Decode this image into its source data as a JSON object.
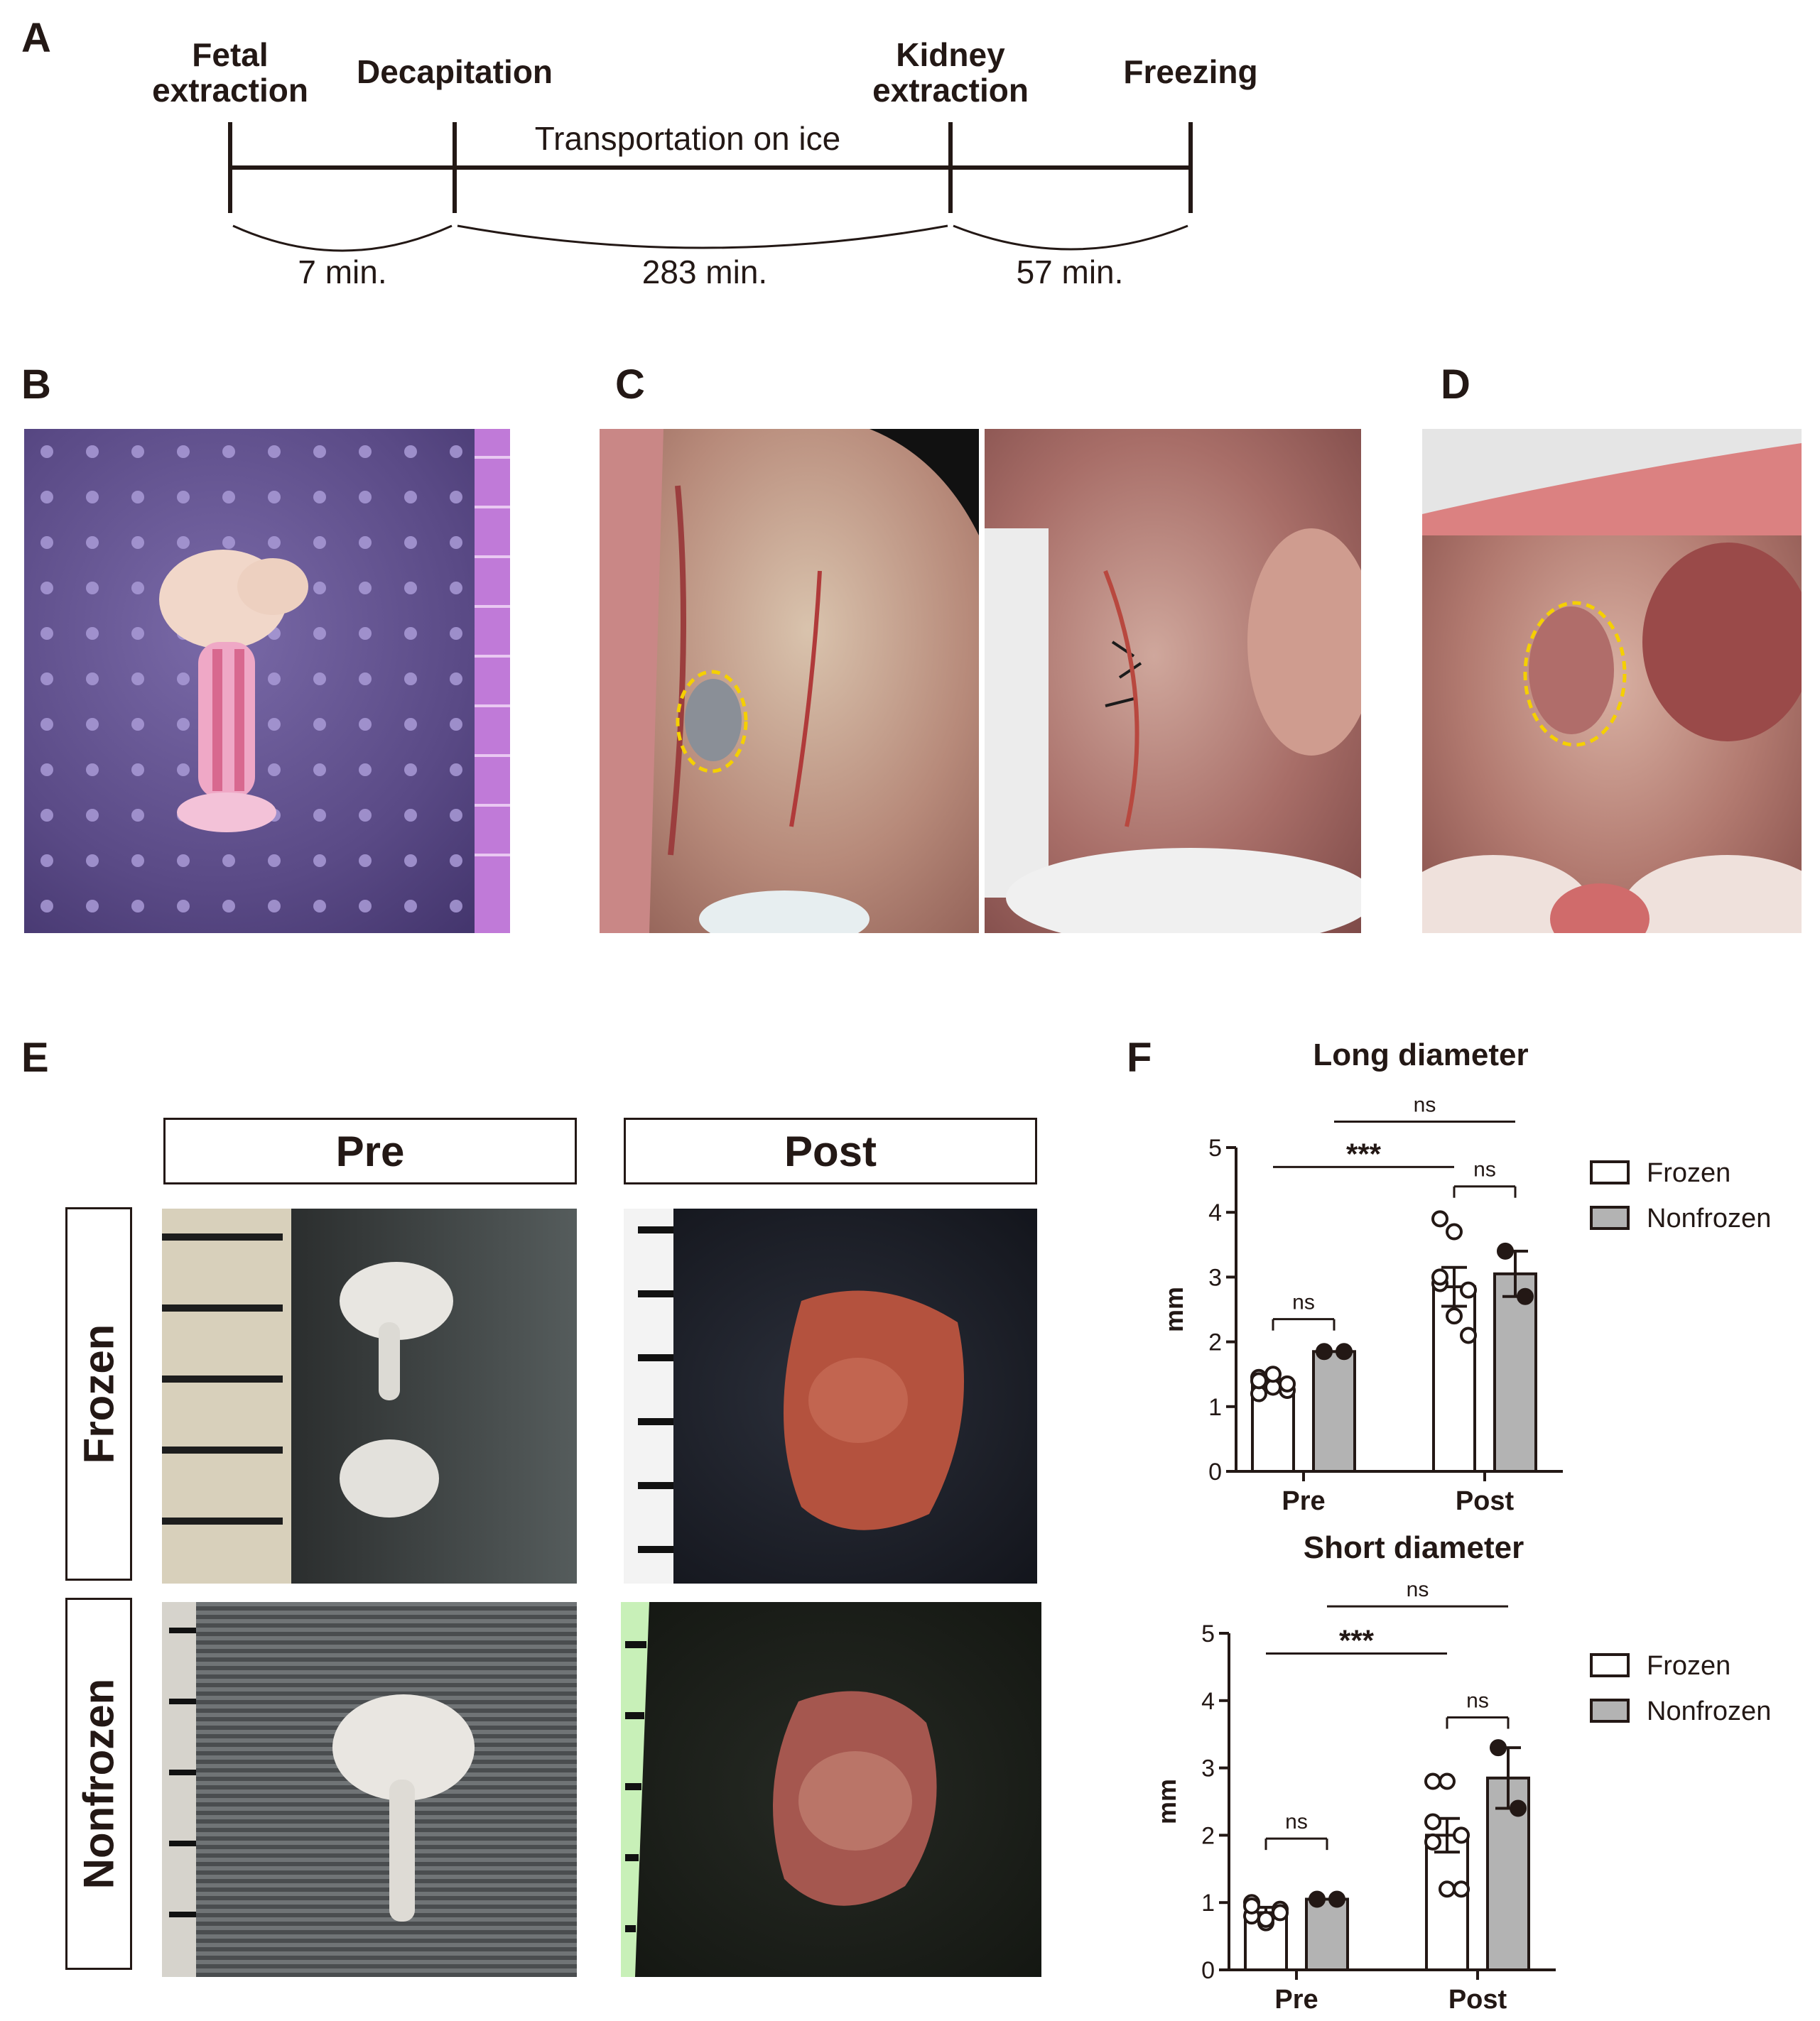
{
  "panels": {
    "a": "A",
    "b": "B",
    "c": "C",
    "d": "D",
    "e": "E",
    "f": "F"
  },
  "timeline": {
    "events": [
      {
        "line1": "Fetal",
        "line2": "extraction"
      },
      {
        "line1": "Decapitation",
        "line2": ""
      },
      {
        "line1": "Kidney",
        "line2": "extraction"
      },
      {
        "line1": "Freezing",
        "line2": ""
      }
    ],
    "transport_label": "Transportation on ice",
    "durations": [
      "7 min.",
      "283 min.",
      "57 min."
    ]
  },
  "panel_e": {
    "col_pre": "Pre",
    "col_post": "Post",
    "row_frozen": "Frozen",
    "row_nonfrozen": "Nonfrozen"
  },
  "colors": {
    "frozen_bar": "#ffffff",
    "nonfrozen_bar": "#b3b3b3",
    "ink": "#231815",
    "annotation_dashed": "#f5d000"
  },
  "chart_data": [
    {
      "type": "bar",
      "title": "Long diameter",
      "ylabel": "mm",
      "ylim": [
        0,
        5
      ],
      "yticks": [
        "0",
        "1",
        "2",
        "3",
        "4",
        "5"
      ],
      "categories": [
        "Pre",
        "Post"
      ],
      "legend": [
        "Frozen",
        "Nonfrozen"
      ],
      "series": [
        {
          "name": "Frozen",
          "values": [
            1.35,
            2.85
          ],
          "errors": [
            0.07,
            0.3
          ],
          "points": [
            [
              1.2,
              1.3,
              1.25,
              1.45,
              1.5,
              1.35,
              1.4
            ],
            [
              3.9,
              3.7,
              2.8,
              2.9,
              2.4,
              2.1,
              3.0
            ]
          ]
        },
        {
          "name": "Nonfrozen",
          "values": [
            1.85,
            3.05
          ],
          "errors": [
            0.0,
            0.35
          ],
          "points": [
            [
              1.85,
              1.85
            ],
            [
              3.4,
              2.7
            ]
          ]
        }
      ],
      "annotations": [
        {
          "label": "ns",
          "from": [
            0,
            0
          ],
          "to": [
            0,
            1
          ],
          "level": 2.35,
          "type": "bracket"
        },
        {
          "label": "***",
          "from": [
            0,
            0
          ],
          "to": [
            1,
            0
          ],
          "level": 4.7,
          "type": "line"
        },
        {
          "label": "ns",
          "from": [
            1,
            0
          ],
          "to": [
            1,
            1
          ],
          "level": 4.4,
          "type": "bracket"
        },
        {
          "label": "ns",
          "from": [
            0,
            1
          ],
          "to": [
            1,
            1
          ],
          "level": 5.4,
          "type": "line"
        }
      ]
    },
    {
      "type": "bar",
      "title": "Short diameter",
      "ylabel": "mm",
      "ylim": [
        0,
        5
      ],
      "yticks": [
        "0",
        "1",
        "2",
        "3",
        "4",
        "5"
      ],
      "categories": [
        "Pre",
        "Post"
      ],
      "legend": [
        "Frozen",
        "Nonfrozen"
      ],
      "series": [
        {
          "name": "Frozen",
          "values": [
            0.85,
            2.0
          ],
          "errors": [
            0.08,
            0.25
          ],
          "points": [
            [
              0.8,
              0.7,
              0.9,
              1.0,
              0.75,
              0.85,
              0.95
            ],
            [
              2.8,
              2.8,
              2.0,
              1.9,
              1.2,
              1.2,
              2.2
            ]
          ]
        },
        {
          "name": "Nonfrozen",
          "values": [
            1.05,
            2.85
          ],
          "errors": [
            0.0,
            0.45
          ],
          "points": [
            [
              1.05,
              1.05
            ],
            [
              3.3,
              2.4
            ]
          ]
        }
      ],
      "annotations": [
        {
          "label": "ns",
          "from": [
            0,
            0
          ],
          "to": [
            0,
            1
          ],
          "level": 1.95,
          "type": "bracket"
        },
        {
          "label": "***",
          "from": [
            0,
            0
          ],
          "to": [
            1,
            0
          ],
          "level": 4.7,
          "type": "line"
        },
        {
          "label": "ns",
          "from": [
            1,
            0
          ],
          "to": [
            1,
            1
          ],
          "level": 3.75,
          "type": "bracket"
        },
        {
          "label": "ns",
          "from": [
            0,
            1
          ],
          "to": [
            1,
            1
          ],
          "level": 5.4,
          "type": "line"
        }
      ]
    }
  ]
}
